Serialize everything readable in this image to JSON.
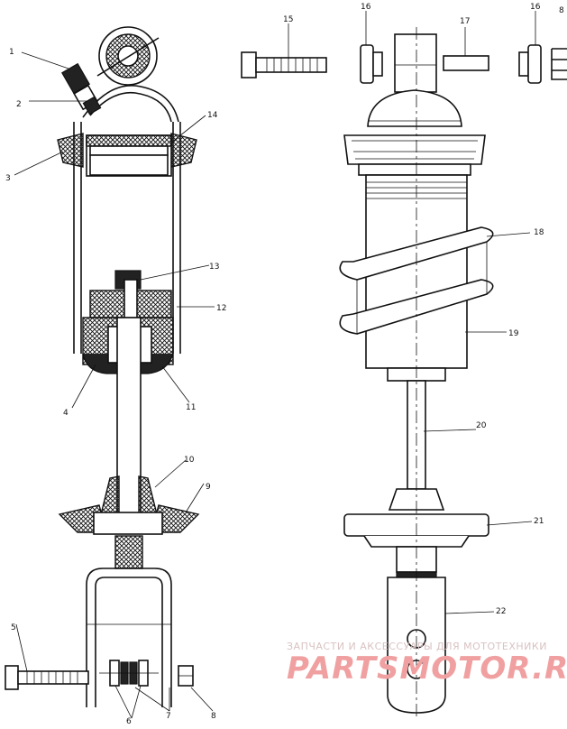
{
  "callouts": {
    "c1": "1",
    "c2": "2",
    "c3": "3",
    "c4": "4",
    "c5": "5",
    "c6": "6",
    "c7": "7",
    "c8a": "8",
    "c8b": "8",
    "c9": "9",
    "c10": "10",
    "c11": "11",
    "c12": "12",
    "c13": "13",
    "c14": "14",
    "c15": "15",
    "c16a": "16",
    "c16b": "16",
    "c17": "17",
    "c18": "18",
    "c19": "19",
    "c20": "20",
    "c21": "21",
    "c22": "22"
  },
  "watermark": {
    "tagline": "ЗАПЧАСТИ И АКСЕССУАРЫ ДЛЯ МОТОТЕХНИКИ",
    "logo": "PARTSMOTOR.RU"
  }
}
